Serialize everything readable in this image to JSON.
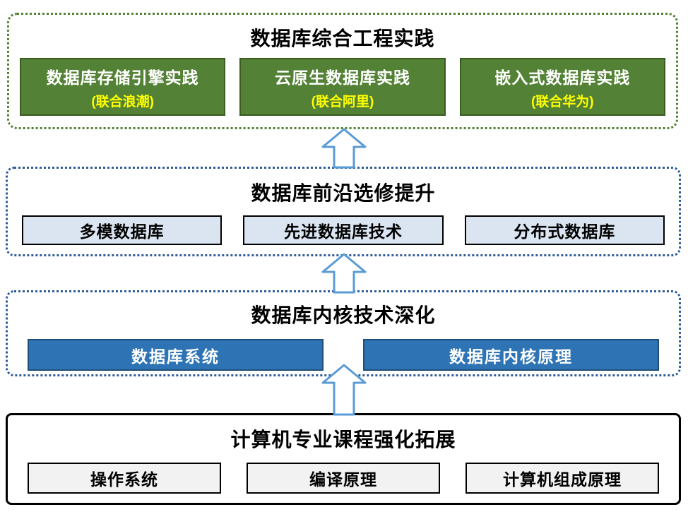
{
  "diagram": {
    "tiers": [
      {
        "title": "数据库综合工程实践",
        "items": [
          {
            "label": "数据库存储引擎实践",
            "partner": "(联合浪潮)"
          },
          {
            "label": "云原生数据库实践",
            "partner": "(联合阿里)"
          },
          {
            "label": "嵌入式数据库实践",
            "partner": "(联合华为)"
          }
        ]
      },
      {
        "title": "数据库前沿选修提升",
        "items": [
          {
            "label": "多模数据库"
          },
          {
            "label": "先进数据库技术"
          },
          {
            "label": "分布式数据库"
          }
        ]
      },
      {
        "title": "数据库内核技术深化",
        "items": [
          {
            "label": "数据库系统"
          },
          {
            "label": "数据库内核原理"
          }
        ]
      },
      {
        "title": "计算机专业课程强化拓展",
        "items": [
          {
            "label": "操作系统"
          },
          {
            "label": "编译原理"
          },
          {
            "label": "计算机组成原理"
          }
        ]
      }
    ],
    "colors": {
      "practice_container_border": "#538135",
      "practice_box_bg": "#538135",
      "practice_box_text": "#ffffff",
      "practice_partner_text": "#ffff00",
      "blue_container_border": "#2e5b97",
      "kernel_box_bg": "#2e74b5",
      "elective_box_bg": "#dbe5f1",
      "base_box_bg": "#f2f2f2",
      "arrow_fill": "#ffffff",
      "arrow_outline": "#5b9bd5"
    }
  }
}
